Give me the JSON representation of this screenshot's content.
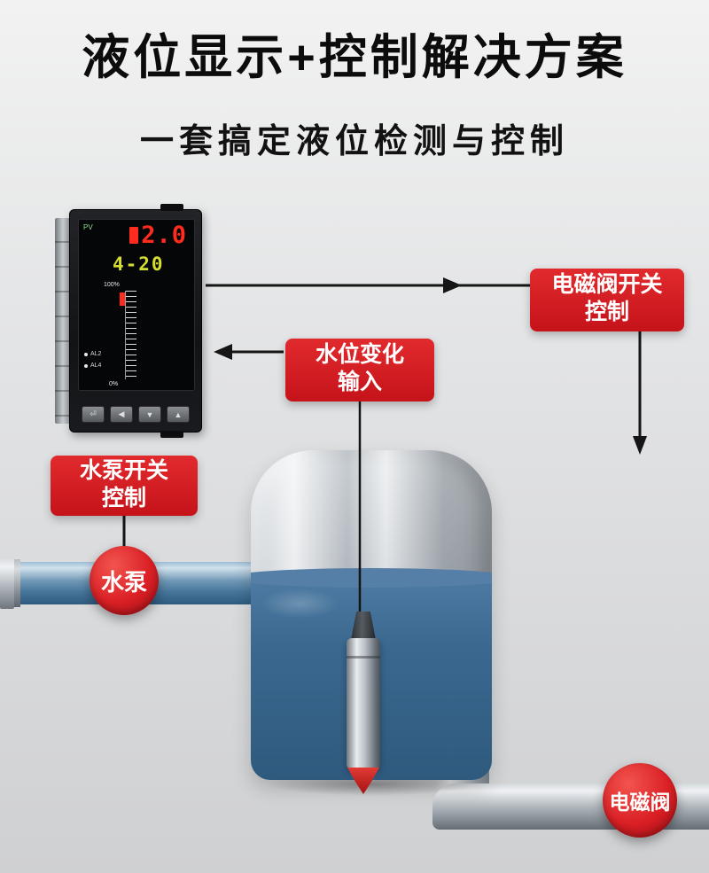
{
  "header": {
    "title": "液位显示+控制解决方案",
    "subtitle": "一套搞定液位检测与控制"
  },
  "callouts": {
    "solenoid": {
      "line1": "电磁阀开关",
      "line2": "控制"
    },
    "water_level": {
      "line1": "水位变化",
      "line2": "输入"
    },
    "pump": {
      "line1": "水泵开关",
      "line2": "控制"
    }
  },
  "badges": {
    "pump": "水泵",
    "solenoid": "电磁阀"
  },
  "device": {
    "pv_label": "PV",
    "pv_value": "2.0",
    "sv_value": "4-20",
    "scale_top": "100%",
    "scale_bottom": "0%",
    "leds": [
      "AL2",
      "AL4"
    ],
    "buttons": [
      "⏎",
      "◀",
      "▼",
      "▲"
    ]
  },
  "colors": {
    "accent_red": "#cf1b22",
    "badge_red": "#d91f24",
    "water_blue": "#3a688f",
    "pipe_blue": "#47769b",
    "metal_gray": "#aab1b8",
    "display_red": "#ff2b1e",
    "display_yellow_green": "#d5de2f",
    "text_dark": "#111111"
  }
}
